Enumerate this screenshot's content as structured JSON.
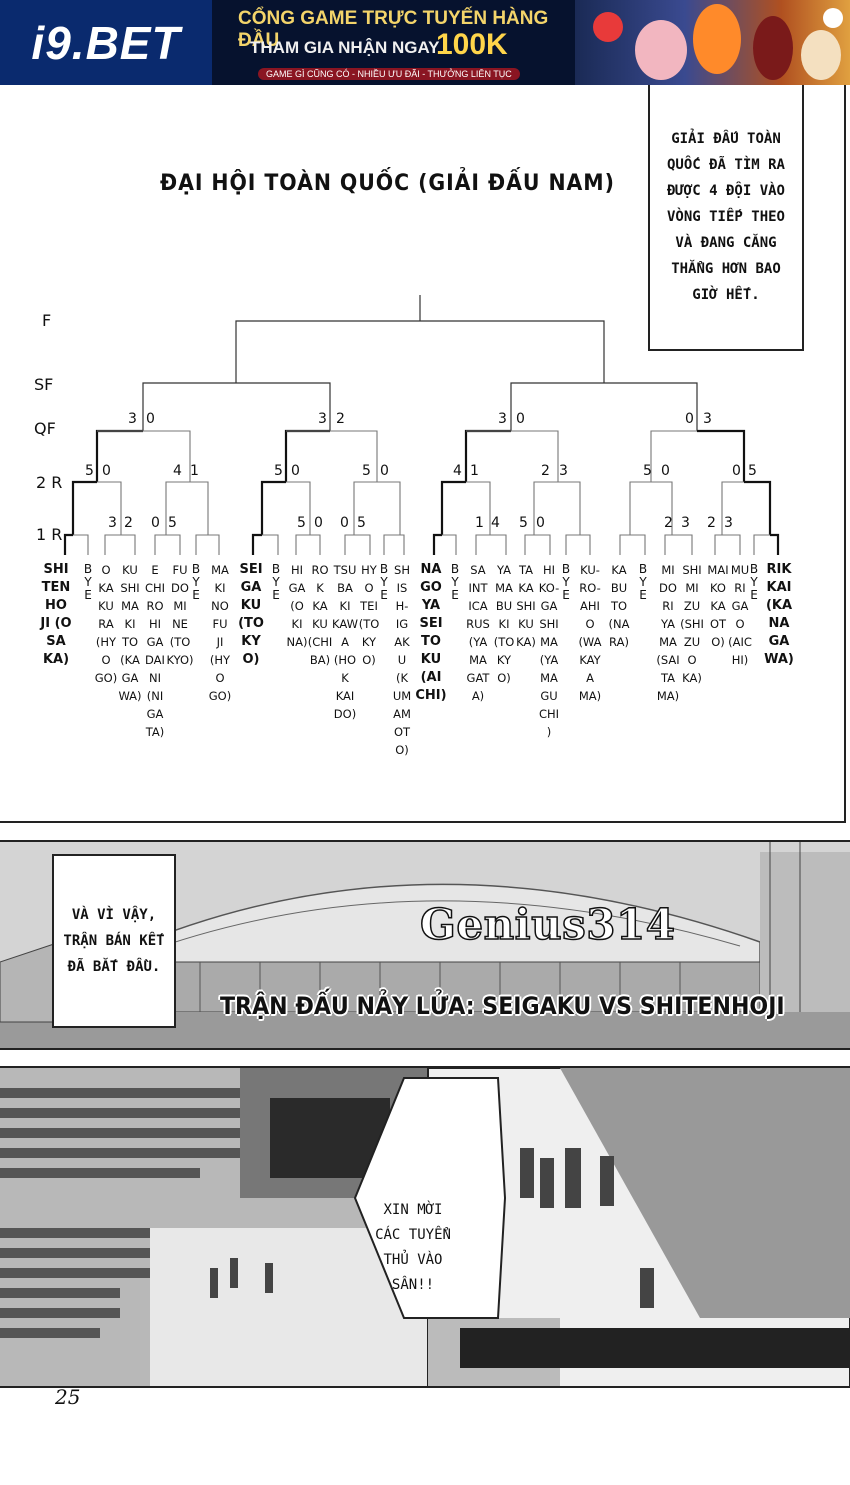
{
  "banner": {
    "logo": "i9.BET",
    "headline": "CỔNG GAME TRỰC TUYẾN HÀNG ĐẦU",
    "offer_prefix": "THAM GIA NHẬN NGAY",
    "offer_amount": "100K",
    "tagline": "GAME GÌ CŨNG CÓ - NHIỀU ƯU ĐÃI - THƯỞNG LIÊN TỤC"
  },
  "bracket": {
    "title": "ĐẠI HỘI TOÀN QUỐC (GIẢI ĐẤU NAM)",
    "narration": "GIẢI ĐẤU TOÀN QUỐC ĐÃ TÌM RA ĐƯỢC 4 ĐỘI VÀO VÒNG TIẾP THEO VÀ ĐANG CĂNG THẲNG HƠN BAO GIỜ HẾT.",
    "rounds": [
      "F",
      "SF",
      "QF",
      "2 R",
      "1 R"
    ],
    "bye_label": "BYE",
    "teams": [
      {
        "name": "SHI\nTEN\nHO\nJI (O\nSA\nKA)",
        "bold": true
      },
      {
        "name": "BYE",
        "bye": true
      },
      {
        "name": "O\nKA\nKU\nRA\n(HY\nO\nGO)"
      },
      {
        "name": "KU\nSHI\nMA\nKI\nTO\n(KA\nGA\nWA)"
      },
      {
        "name": "E\nCHI\nRO\nHI\nGA\nDAI\nNI\n(NI\nGA\nTA)"
      },
      {
        "name": "FU\nDO\nMI\nNE\n(TO\nKYO)"
      },
      {
        "name": "BYE",
        "bye": true
      },
      {
        "name": "MA\nKI\nNO\nFU\nJI\n(HY\nO\nGO)"
      },
      {
        "name": "SEI\nGA\nKU\n(TO\nKY\nO)",
        "bold": true
      },
      {
        "name": "BYE",
        "bye": true
      },
      {
        "name": "HI\nGA\n(O\nKI\nNA)"
      },
      {
        "name": "RO\nK\nKA\nKU\n(CHI\nBA)"
      },
      {
        "name": "TSU\nBA\nKI\nKAW\nA\n(HO\nK\nKAI\nDO)"
      },
      {
        "name": "HY\nO\nTEI\n(TO\nKY\nO)"
      },
      {
        "name": "BYE",
        "bye": true
      },
      {
        "name": "SH\nIS\nH-\nIG\nAK\nU\n(K\nUM\nAM\nOT\nO)"
      },
      {
        "name": "NA\nGO\nYA\nSEI\nTO\nKU\n(AI\nCHI)",
        "bold": true
      },
      {
        "name": "BYE",
        "bye": true
      },
      {
        "name": "SA\nINT\nICA\nRUS\n(YA\nMA\nGAT\nA)"
      },
      {
        "name": "YA\nMA\nBU\nKI\n(TO\nKY\nO)"
      },
      {
        "name": "TA\nKA\nSHI\nKU\nKA)"
      },
      {
        "name": "HI\nKO-\nGA\nSHI\nMA\n(YA\nMA\nGU\nCHI\n)"
      },
      {
        "name": "BYE",
        "bye": true
      },
      {
        "name": "KU-\nRO-\nAHI\nO\n(WA\nKAY\nA\nMA)"
      },
      {
        "name": "KA\nBU\nTO\n(NA\nRA)"
      },
      {
        "name": "BYE",
        "bye": true
      },
      {
        "name": "MI\nDO\nRI\nYA\nMA\n(SAI\nTA\nMA)"
      },
      {
        "name": "SHI\nMI\nZU\n(SHI\nZU\nO\nKA)"
      },
      {
        "name": "MAI\nKO\nKA\nOT\nO)"
      },
      {
        "name": "MU\nRI\nGA\nO\n(AIC\nHI)"
      },
      {
        "name": "BYE",
        "bye": true
      },
      {
        "name": "RIK\nKAI\n(KA\nNA\nGA\nWA)",
        "bold": true
      }
    ],
    "scores": {
      "r1": [
        "3",
        "2",
        "0",
        "5",
        "5",
        "0",
        "0",
        "5",
        "1",
        "4",
        "5",
        "0",
        "2",
        "3",
        "2",
        "3"
      ],
      "r2": [
        "5",
        "0",
        "4",
        "1",
        "5",
        "0",
        "5",
        "0",
        "4",
        "1",
        "2",
        "3",
        "5",
        "0",
        "0",
        "5"
      ],
      "qf": [
        "3",
        "0",
        "3",
        "2",
        "3",
        "0",
        "0",
        "3"
      ]
    }
  },
  "stadium": {
    "narration": "VÀ VÌ VẬY, TRẬN BÁN KẾT ĐÃ BẮT ĐẦU.",
    "chapter": "Genius314",
    "subtitle": "TRẬN ĐẤU NẢY LỬA: SEIGAKU VS SHITENHOJI"
  },
  "arena": {
    "speech": "XIN MỜI CÁC TUYỂN THỦ VÀO SÂN!!"
  },
  "page_number": "25"
}
